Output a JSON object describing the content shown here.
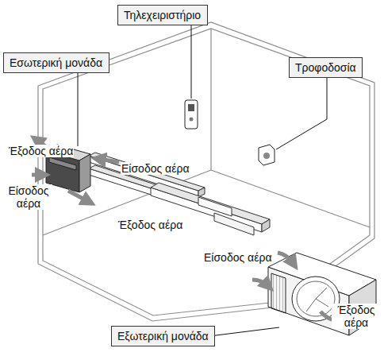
{
  "diagram": {
    "nodes": [
      {
        "text": [
          "Τηλεχειριστήριο"
        ]
      },
      {
        "text": [
          "Εσωτερική μονάδα"
        ]
      },
      {
        "text": [
          "Τροφοδοσία"
        ]
      },
      {
        "text": [
          "Εξωτερική μονάδα"
        ]
      }
    ],
    "labels": [
      "Έξοδος αέρα",
      "Είσοδος αέρα",
      "Είσοδος αέρα",
      "Έξοδος αέρα",
      "Είσοδος αέρα",
      "Έξοδος αέρα"
    ]
  }
}
